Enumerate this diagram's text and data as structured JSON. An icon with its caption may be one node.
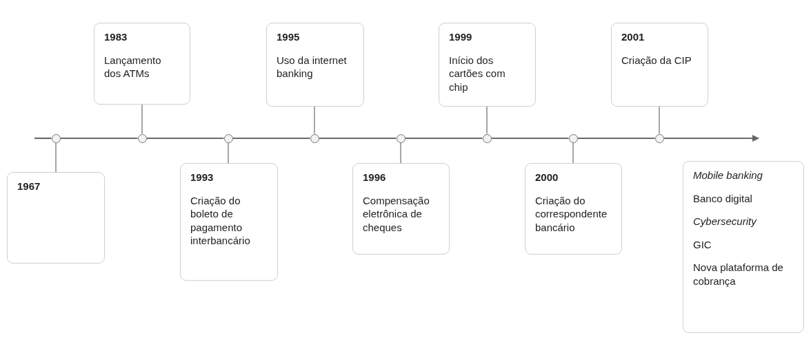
{
  "diagram": {
    "nodes": [
      {
        "text": [
          "1967"
        ]
      },
      {
        "text": [
          "1983",
          "Lançamento dos ATMs"
        ]
      },
      {
        "text": [
          "1993",
          "Criação do boleto de pagamento interbancário"
        ]
      },
      {
        "text": [
          "1995",
          "Uso da internet banking"
        ]
      },
      {
        "text": [
          "1996",
          "Compensação eletrônica de cheques"
        ]
      },
      {
        "text": [
          "1999",
          "Início dos cartões com chip"
        ]
      },
      {
        "text": [
          "2000",
          "Criação do correspondente bancário"
        ]
      },
      {
        "text": [
          "2001",
          "Criação da CIP"
        ]
      },
      {
        "text": [
          "Mobile banking",
          "Banco digital",
          "Cybersecurity",
          "GIC",
          "Nova plataforma de cobrança"
        ]
      },
      {
        "text": [],
        "shape": "circle"
      },
      {
        "text": [],
        "shape": "circle"
      },
      {
        "text": [],
        "shape": "circle"
      },
      {
        "text": [],
        "shape": "circle"
      },
      {
        "text": [],
        "shape": "circle"
      },
      {
        "text": [],
        "shape": "circle"
      },
      {
        "text": [],
        "shape": "circle"
      },
      {
        "text": [],
        "shape": "circle"
      }
    ],
    "edges": [
      {
        "from": 9,
        "to": 0,
        "arrow": "none"
      },
      {
        "from": 10,
        "to": 1,
        "arrow": "none"
      },
      {
        "from": 11,
        "to": 2,
        "arrow": "none"
      },
      {
        "from": 12,
        "to": 3,
        "arrow": "none"
      },
      {
        "from": 13,
        "to": 4,
        "arrow": "none"
      },
      {
        "from": 14,
        "to": 5,
        "arrow": "none"
      },
      {
        "from": 15,
        "to": 6,
        "arrow": "none"
      },
      {
        "from": 16,
        "to": 7,
        "arrow": "none"
      },
      {
        "from": null,
        "to": 9,
        "arrow": "none"
      },
      {
        "from": 9,
        "to": 10,
        "arrow": "none"
      },
      {
        "from": 10,
        "to": 11,
        "arrow": "none"
      },
      {
        "from": 11,
        "to": 12,
        "arrow": "none"
      },
      {
        "from": 12,
        "to": 13,
        "arrow": "none"
      },
      {
        "from": 13,
        "to": 14,
        "arrow": "none"
      },
      {
        "from": 14,
        "to": 15,
        "arrow": "none"
      },
      {
        "from": 15,
        "to": 16,
        "arrow": "none"
      },
      {
        "from": 16,
        "to": null,
        "arrow": "to"
      }
    ]
  }
}
